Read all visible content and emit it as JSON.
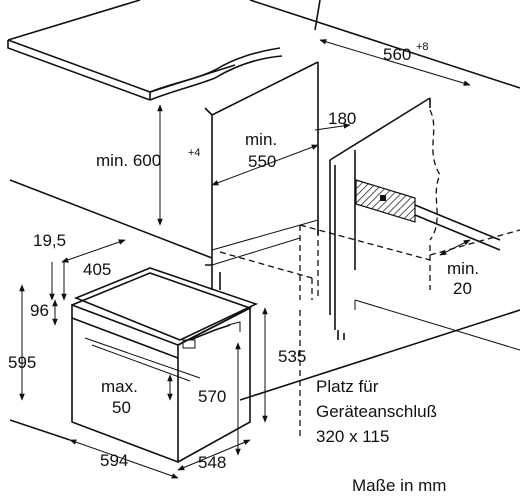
{
  "labels": {
    "width_niche": "560",
    "width_niche_tol": "+8",
    "height_niche": "min. 600",
    "height_niche_tol": "+4",
    "depth_min_1": "min.",
    "depth_min_2": "550",
    "gap_180": "180",
    "min20_1": "min.",
    "min20_2": "20",
    "d195": "19,5",
    "d405": "405",
    "d96": "96",
    "d595": "595",
    "d535": "535",
    "d570": "570",
    "max50_1": "max.",
    "max50_2": "50",
    "d594": "594",
    "d548": "548"
  },
  "notes": {
    "connection_1": "Platz für",
    "connection_2": "Geräteanschluß",
    "connection_3": "320 x 115",
    "units": "Maße in mm"
  }
}
